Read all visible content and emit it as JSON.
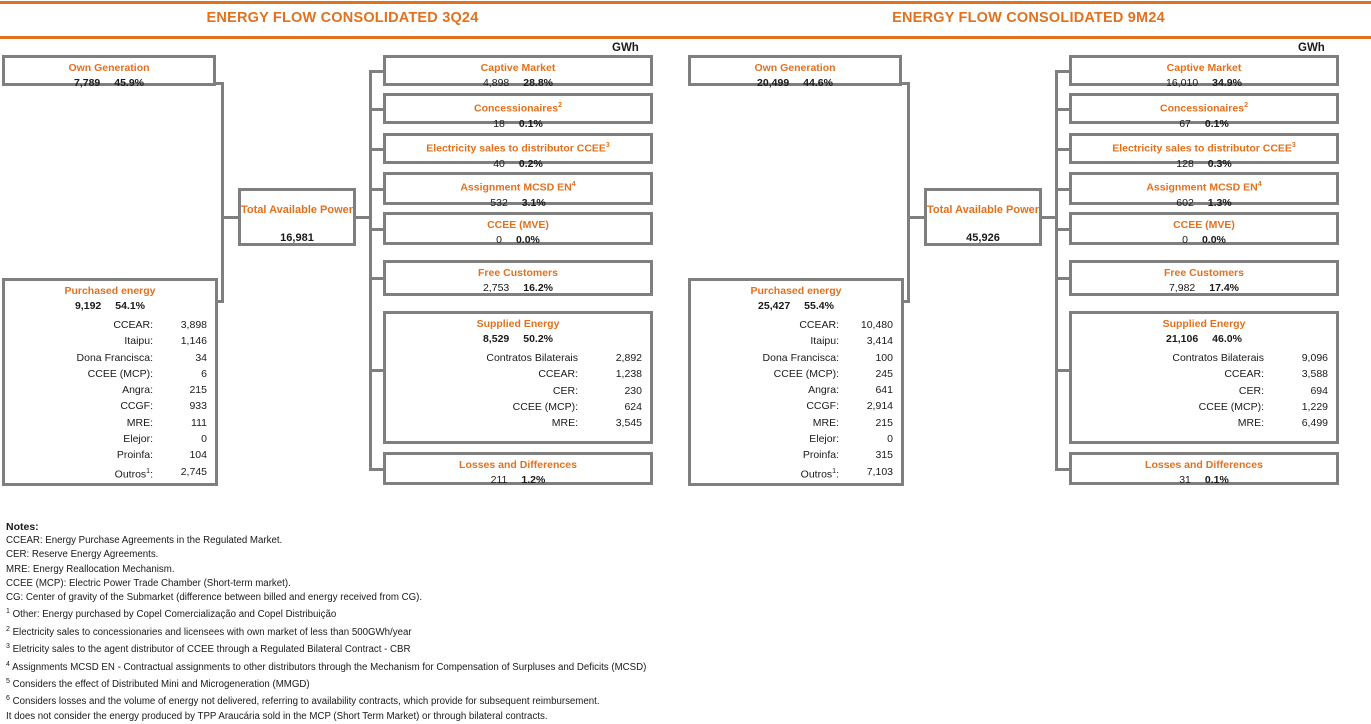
{
  "rules": {
    "accent": "#E2711D",
    "border": "#7F7F7F"
  },
  "units_label": "GWh",
  "panels": [
    {
      "id": "3q24",
      "title": "ENERGY FLOW CONSOLIDATED 3Q24",
      "own_generation": {
        "title": "Own Generation",
        "value": "7,789",
        "percent": "45.9%"
      },
      "purchased": {
        "title": "Purchased energy",
        "value": "9,192",
        "percent": "54.1%",
        "rows": [
          {
            "label": "CCEAR:",
            "value": "3,898"
          },
          {
            "label": "Itaipu:",
            "value": "1,146"
          },
          {
            "label": "Dona Francisca:",
            "value": "34"
          },
          {
            "label": "CCEE (MCP):",
            "value": "6"
          },
          {
            "label": "Angra:",
            "value": "215"
          },
          {
            "label": "CCGF:",
            "value": "933"
          },
          {
            "label": "MRE:",
            "value": "111"
          },
          {
            "label": "Elejor:",
            "value": "0"
          },
          {
            "label": "Proinfa:",
            "value": "104"
          },
          {
            "label": "Outros",
            "sup": "1",
            "suffix": ":",
            "value": "2,745"
          }
        ]
      },
      "total_available": {
        "title": "Total Available Power",
        "value": "16,981"
      },
      "outputs": [
        {
          "title": "Captive Market",
          "value": "4,898",
          "percent": "28.8%"
        },
        {
          "title": "Concessionaires",
          "sup": "2",
          "value": "18",
          "percent": "0.1%"
        },
        {
          "title": "Electricity sales to distributor CCEE",
          "sup": "3",
          "value": "40",
          "percent": "0.2%"
        },
        {
          "title": "Assignment MCSD EN",
          "sup": "4",
          "value": "532",
          "percent": "3.1%"
        },
        {
          "title": "CCEE (MVE)",
          "value": "0",
          "percent": "0.0%"
        },
        {
          "title": "Free Customers",
          "value": "2,753",
          "percent": "16.2%"
        }
      ],
      "supplied": {
        "title": "Supplied Energy",
        "value": "8,529",
        "percent": "50.2%",
        "rows": [
          {
            "label": "Contratos Bilaterais",
            "value": "2,892"
          },
          {
            "label": "CCEAR:",
            "value": "1,238"
          },
          {
            "label": "CER:",
            "value": "230"
          },
          {
            "label": "CCEE (MCP):",
            "value": "624"
          },
          {
            "label": "MRE:",
            "value": "3,545"
          }
        ]
      },
      "losses": {
        "title": "Losses and Differences",
        "value": "211",
        "percent": "1.2%"
      }
    },
    {
      "id": "9m24",
      "title": "ENERGY FLOW CONSOLIDATED 9M24",
      "own_generation": {
        "title": "Own Generation",
        "value": "20,499",
        "percent": "44.6%"
      },
      "purchased": {
        "title": "Purchased energy",
        "value": "25,427",
        "percent": "55.4%",
        "rows": [
          {
            "label": "CCEAR:",
            "value": "10,480"
          },
          {
            "label": "Itaipu:",
            "value": "3,414"
          },
          {
            "label": "Dona Francisca:",
            "value": "100"
          },
          {
            "label": "CCEE (MCP):",
            "value": "245"
          },
          {
            "label": "Angra:",
            "value": "641"
          },
          {
            "label": "CCGF:",
            "value": "2,914"
          },
          {
            "label": "MRE:",
            "value": "215"
          },
          {
            "label": "Elejor:",
            "value": "0"
          },
          {
            "label": "Proinfa:",
            "value": "315"
          },
          {
            "label": "Outros",
            "sup": "1",
            "suffix": ":",
            "value": "7,103"
          }
        ]
      },
      "total_available": {
        "title": "Total Available Power",
        "value": "45,926"
      },
      "outputs": [
        {
          "title": "Captive Market",
          "value": "16,010",
          "percent": "34.9%"
        },
        {
          "title": "Concessionaires",
          "sup": "2",
          "value": "67",
          "percent": "0.1%"
        },
        {
          "title": "Electricity sales to distributor CCEE",
          "sup": "3",
          "value": "128",
          "percent": "0.3%"
        },
        {
          "title": "Assignment MCSD EN",
          "sup": "4",
          "value": "602",
          "percent": "1.3%"
        },
        {
          "title": "CCEE (MVE)",
          "value": "0",
          "percent": "0.0%"
        },
        {
          "title": "Free Customers",
          "value": "7,982",
          "percent": "17.4%"
        }
      ],
      "supplied": {
        "title": "Supplied Energy",
        "value": "21,106",
        "percent": "46.0%",
        "rows": [
          {
            "label": "Contratos Bilaterais",
            "value": "9,096"
          },
          {
            "label": "CCEAR:",
            "value": "3,588"
          },
          {
            "label": "CER:",
            "value": "694"
          },
          {
            "label": "CCEE (MCP):",
            "value": "1,229"
          },
          {
            "label": "MRE:",
            "value": "6,499"
          }
        ]
      },
      "losses": {
        "title": "Losses and Differences",
        "value": "31",
        "percent": "0.1%"
      }
    }
  ],
  "notes": {
    "heading": "Notes:",
    "lines": [
      {
        "text": "CCEAR: Energy Purchase Agreements in the Regulated Market."
      },
      {
        "text": "CER: Reserve Energy Agreements."
      },
      {
        "text": "MRE: Energy Reallocation Mechanism."
      },
      {
        "text": "CCEE (MCP): Electric Power Trade Chamber (Short-term market)."
      },
      {
        "text": "CG: Center of gravity of the Submarket (difference between billed and energy received from CG)."
      },
      {
        "sup": "1",
        "text": "Other: Energy purchased by Copel Comercialização and Copel Distribuição"
      },
      {
        "sup": "2",
        "text": "Electricity sales to concessionaries and licensees with own market of less than 500GWh/year"
      },
      {
        "sup": "3",
        "text": "Eletricity sales to the agent distributor of CCEE through a Regulated Bilateral Contract - CBR"
      },
      {
        "sup": "4",
        "text": "Assignments MCSD EN - Contractual assignments to other distributors through the Mechanism for Compensation of Surpluses and Deficits (MCSD)"
      },
      {
        "sup": "5",
        "text": "Considers the effect of Distributed Mini and Microgeneration (MMGD)"
      },
      {
        "sup": "6",
        "text": "Considers losses and the volume of energy not delivered, referring to availability contracts, which provide for subsequent reimbursement."
      },
      {
        "text": "It does not consider the energy produced by TPP Araucária sold in the MCP (Short Term Market) or through bilateral contracts."
      }
    ]
  }
}
